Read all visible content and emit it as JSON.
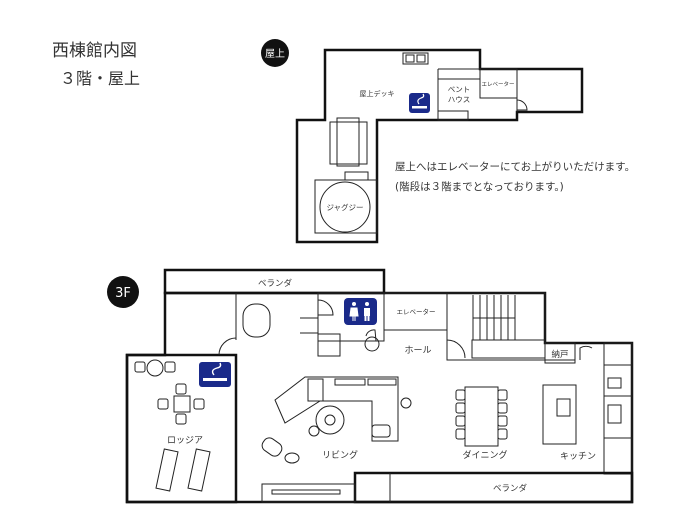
{
  "title": "西棟館内図",
  "subtitle": "３階・屋上",
  "roof": {
    "badge": "屋上",
    "deck": "屋上デッキ",
    "penthouse_line1": "ベント",
    "penthouse_line2": "ハウス",
    "elevator": "エレベーター",
    "jacuzzi": "ジャグジー",
    "note_line1": "屋上へはエレベーターにてお上がりいただけます。",
    "note_line2": "(階段は３階までとなっております。)"
  },
  "floor3": {
    "badge": "3F",
    "veranda_top": "ベランダ",
    "elevator": "エレベーター",
    "hall": "ホール",
    "storage": "納戸",
    "loggia": "ロッジア",
    "living": "リビング",
    "dining": "ダイニング",
    "kitchen": "キッチン",
    "veranda_bottom": "ベランダ"
  },
  "colors": {
    "icon_bg": "#1a2a8a",
    "badge_bg": "#111111"
  },
  "icons": [
    "smoking-area-icon",
    "restroom-icon"
  ]
}
